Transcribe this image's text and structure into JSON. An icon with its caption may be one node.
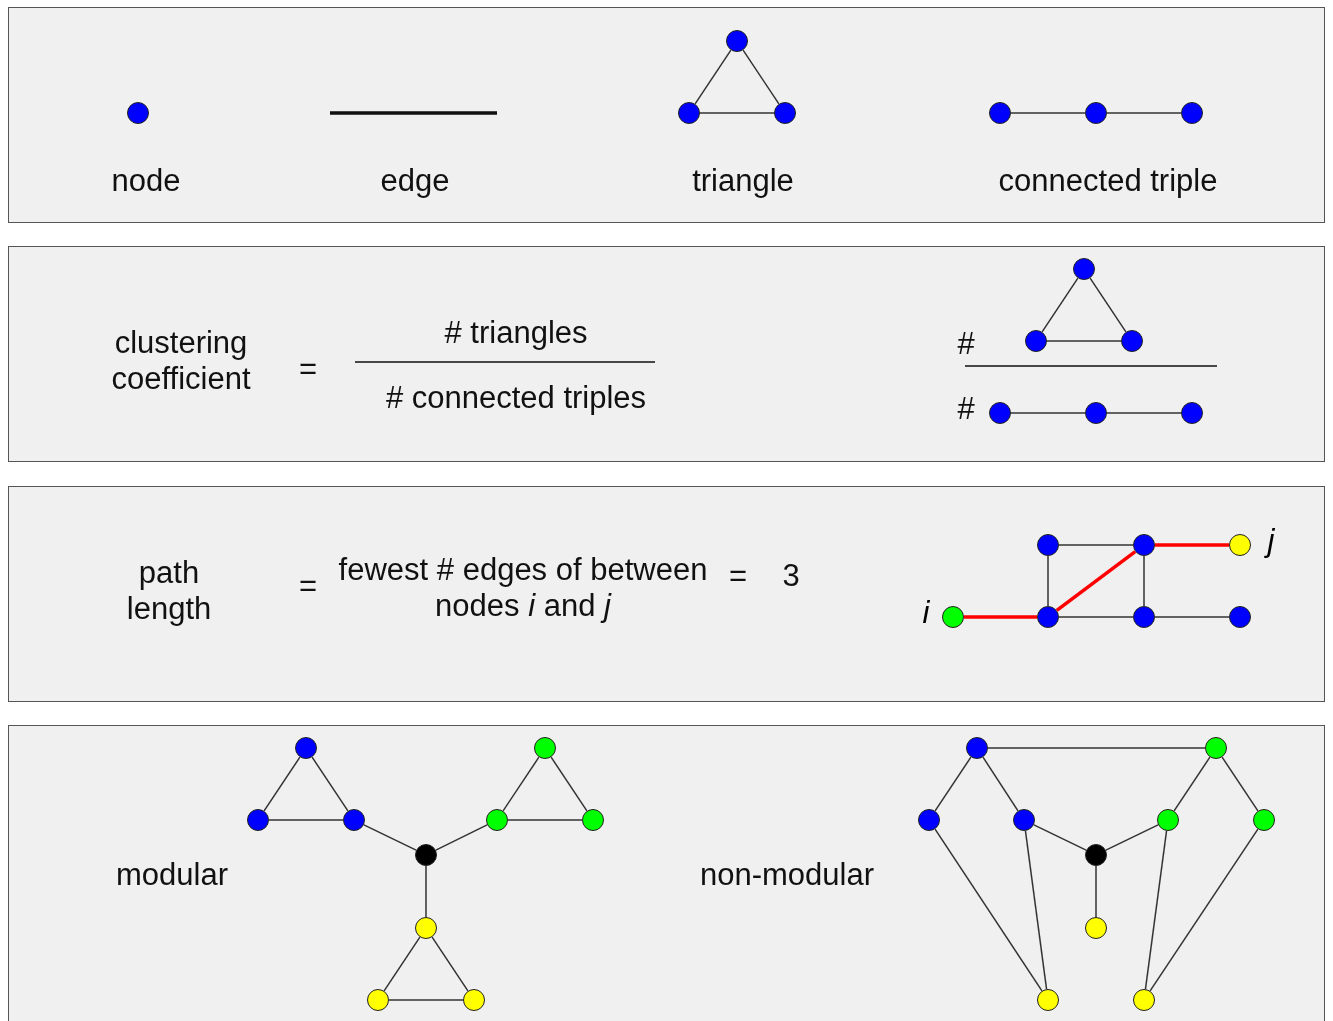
{
  "diagram": {
    "nodes": [
      {
        "text": [
          "node",
          "edge",
          "triangle",
          "connected triple"
        ]
      },
      {
        "text": [],
        "shape": "circle",
        "in": 0
      },
      {
        "text": [],
        "shape": "circle",
        "in": 0
      },
      {
        "text": [],
        "shape": "circle",
        "in": 0
      },
      {
        "text": [],
        "shape": "circle",
        "in": 0
      },
      {
        "text": [],
        "shape": "circle",
        "in": 0
      },
      {
        "text": [],
        "shape": "circle",
        "in": 0
      },
      {
        "text": [],
        "shape": "circle",
        "in": 0
      },
      {
        "text": [
          "clustering coefficient",
          "=",
          "# triangles",
          "# connected triples",
          "#",
          "#"
        ]
      },
      {
        "text": [],
        "shape": "circle",
        "in": 8
      },
      {
        "text": [],
        "shape": "circle",
        "in": 8
      },
      {
        "text": [],
        "shape": "circle",
        "in": 8
      },
      {
        "text": [],
        "shape": "circle",
        "in": 8
      },
      {
        "text": [],
        "shape": "circle",
        "in": 8
      },
      {
        "text": [],
        "shape": "circle",
        "in": 8
      },
      {
        "text": [
          "path length",
          "=",
          "fewest # edges of between nodes *i* and *j*",
          "=",
          "3"
        ]
      },
      {
        "text": [],
        "shape": "circle",
        "in": 15
      },
      {
        "text": [],
        "shape": "circle",
        "in": 15
      },
      {
        "text": [],
        "shape": "circle",
        "in": 15,
        "beside": [
          "j"
        ]
      },
      {
        "text": [],
        "shape": "circle",
        "in": 15,
        "beside": [
          "i"
        ]
      },
      {
        "text": [],
        "shape": "circle",
        "in": 15
      },
      {
        "text": [],
        "shape": "circle",
        "in": 15
      },
      {
        "text": [],
        "shape": "circle",
        "in": 15
      },
      {
        "text": [
          "modular",
          "non-modular"
        ]
      },
      {
        "text": [],
        "shape": "circle",
        "in": 23
      },
      {
        "text": [],
        "shape": "circle",
        "in": 23
      },
      {
        "text": [],
        "shape": "circle",
        "in": 23
      },
      {
        "text": [],
        "shape": "circle",
        "in": 23
      },
      {
        "text": [],
        "shape": "circle",
        "in": 23
      },
      {
        "text": [],
        "shape": "circle",
        "in": 23
      },
      {
        "text": [],
        "shape": "circle",
        "in": 23
      },
      {
        "text": [],
        "shape": "circle",
        "in": 23
      },
      {
        "text": [],
        "shape": "circle",
        "in": 23
      },
      {
        "text": [],
        "shape": "circle",
        "in": 23
      },
      {
        "text": [],
        "shape": "circle",
        "in": 23
      },
      {
        "text": [],
        "shape": "circle",
        "in": 23
      },
      {
        "text": [],
        "shape": "circle",
        "in": 23
      },
      {
        "text": [],
        "shape": "circle",
        "in": 23
      },
      {
        "text": [],
        "shape": "circle",
        "in": 23
      },
      {
        "text": [],
        "shape": "circle",
        "in": 23
      },
      {
        "text": [],
        "shape": "circle",
        "in": 23
      },
      {
        "text": [],
        "shape": "circle",
        "in": 23
      },
      {
        "text": [],
        "shape": "circle",
        "in": 23
      },
      {
        "text": [],
        "shape": "circle",
        "in": 23
      }
    ],
    "edges": [
      {
        "from": 2,
        "to": 3,
        "arrow": "none"
      },
      {
        "from": 2,
        "to": 4,
        "arrow": "none"
      },
      {
        "from": 3,
        "to": 4,
        "arrow": "none"
      },
      {
        "from": 5,
        "to": 6,
        "arrow": "none"
      },
      {
        "from": 6,
        "to": 7,
        "arrow": "none"
      },
      {
        "from": 9,
        "to": 10,
        "arrow": "none"
      },
      {
        "from": 9,
        "to": 11,
        "arrow": "none"
      },
      {
        "from": 10,
        "to": 11,
        "arrow": "none"
      },
      {
        "from": 12,
        "to": 13,
        "arrow": "none"
      },
      {
        "from": 13,
        "to": 14,
        "arrow": "none"
      },
      {
        "from": 19,
        "to": 20,
        "arrow": "none",
        "style": "thick",
        "color": "#ff0000"
      },
      {
        "from": 20,
        "to": 17,
        "arrow": "none",
        "style": "thick",
        "color": "#ff0000"
      },
      {
        "from": 17,
        "to": 18,
        "arrow": "none",
        "style": "thick",
        "color": "#ff0000"
      },
      {
        "from": 16,
        "to": 17,
        "arrow": "none"
      },
      {
        "from": 16,
        "to": 20,
        "arrow": "none"
      },
      {
        "from": 17,
        "to": 21,
        "arrow": "none"
      },
      {
        "from": 20,
        "to": 21,
        "arrow": "none"
      },
      {
        "from": 21,
        "to": 22,
        "arrow": "none"
      },
      {
        "from": 24,
        "to": 25,
        "arrow": "none"
      },
      {
        "from": 24,
        "to": 26,
        "arrow": "none"
      },
      {
        "from": 25,
        "to": 26,
        "arrow": "none"
      },
      {
        "from": 27,
        "to": 28,
        "arrow": "none"
      },
      {
        "from": 27,
        "to": 29,
        "arrow": "none"
      },
      {
        "from": 28,
        "to": 29,
        "arrow": "none"
      },
      {
        "from": 31,
        "to": 32,
        "arrow": "none"
      },
      {
        "from": 31,
        "to": 33,
        "arrow": "none"
      },
      {
        "from": 32,
        "to": 33,
        "arrow": "none"
      },
      {
        "from": 30,
        "to": 26,
        "arrow": "none"
      },
      {
        "from": 30,
        "to": 28,
        "arrow": "none"
      },
      {
        "from": 30,
        "to": 31,
        "arrow": "none"
      },
      {
        "from": 34,
        "to": 37,
        "arrow": "none"
      },
      {
        "from": 34,
        "to": 35,
        "arrow": "none"
      },
      {
        "from": 34,
        "to": 36,
        "arrow": "none"
      },
      {
        "from": 37,
        "to": 38,
        "arrow": "none"
      },
      {
        "from": 37,
        "to": 39,
        "arrow": "none"
      },
      {
        "from": 36,
        "to": 40,
        "arrow": "none"
      },
      {
        "from": 38,
        "to": 40,
        "arrow": "none"
      },
      {
        "from": 40,
        "to": 41,
        "arrow": "none"
      },
      {
        "from": 35,
        "to": 42,
        "arrow": "none"
      },
      {
        "from": 36,
        "to": 42,
        "arrow": "none"
      },
      {
        "from": 38,
        "to": 43,
        "arrow": "none"
      },
      {
        "from": 39,
        "to": 43,
        "arrow": "none"
      }
    ]
  }
}
